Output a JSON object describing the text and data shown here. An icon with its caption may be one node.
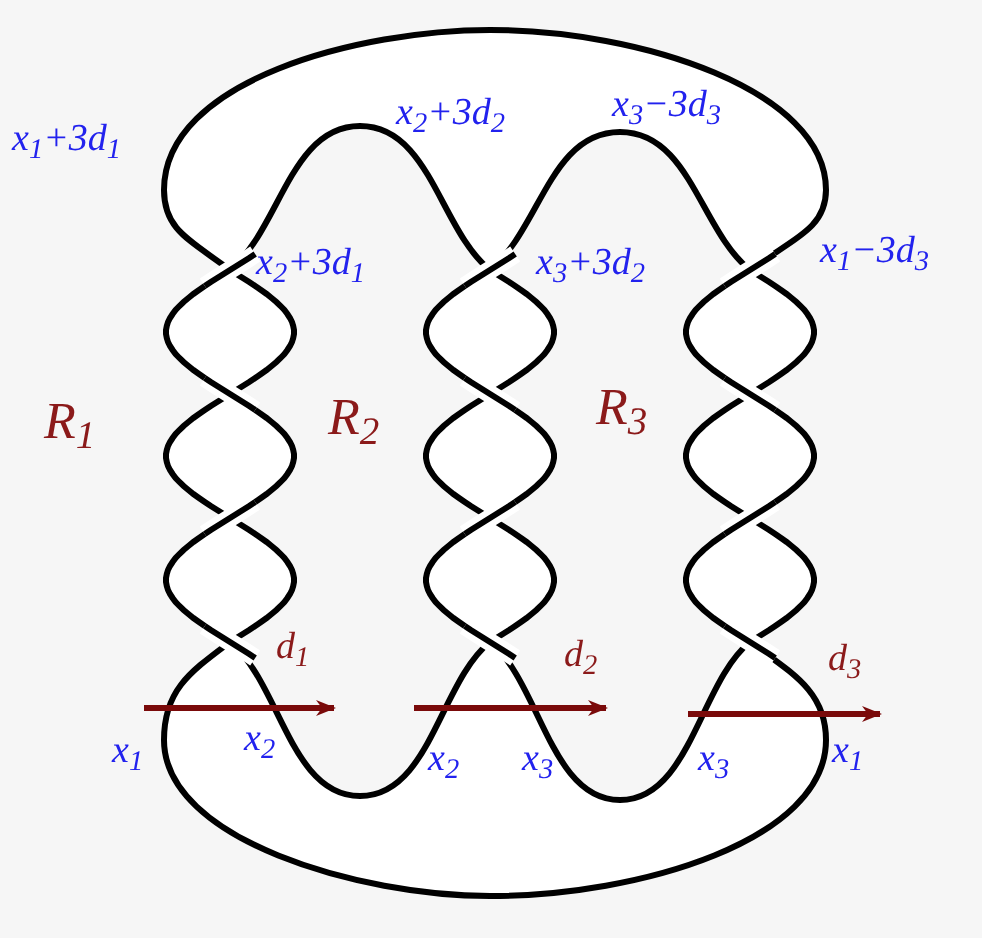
{
  "diagram": {
    "labels": [
      "x$_{1}$+3d$_{1}$",
      "x$_{2}$+3d$_{2}$",
      "x$_{3}$−3d$_{3}$",
      "x$_{2}$+3d$_{1}$",
      "x$_{3}$+3d$_{2}$",
      "x$_{1}$−3d$_{3}$",
      "R$_{1}$",
      "R$_{2}$",
      "R$_{3}$",
      "d$_{1}$",
      "d$_{2}$",
      "d$_{3}$",
      "x$_{1}$",
      "x$_{2}$",
      "x$_{2}$",
      "x$_{3}$",
      "x$_{3}$",
      "x$_{1}$"
    ]
  }
}
